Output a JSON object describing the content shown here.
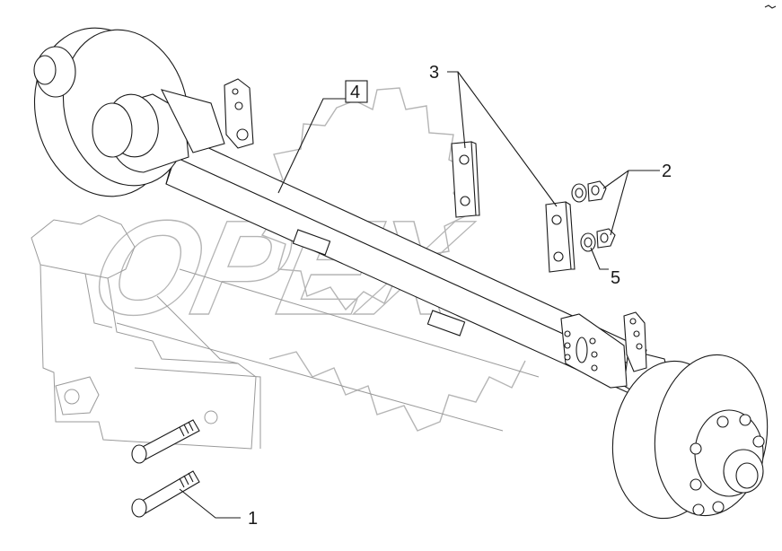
{
  "callouts": {
    "c1": "1",
    "c2": "2",
    "c3": "3",
    "c4": "4",
    "c5": "5"
  },
  "watermark": {
    "text": "OPEX"
  },
  "colors": {
    "line": "#1a1a1a",
    "ghost": "#9a9a9a",
    "watermark": "#b5b5b5",
    "background": "#ffffff"
  }
}
